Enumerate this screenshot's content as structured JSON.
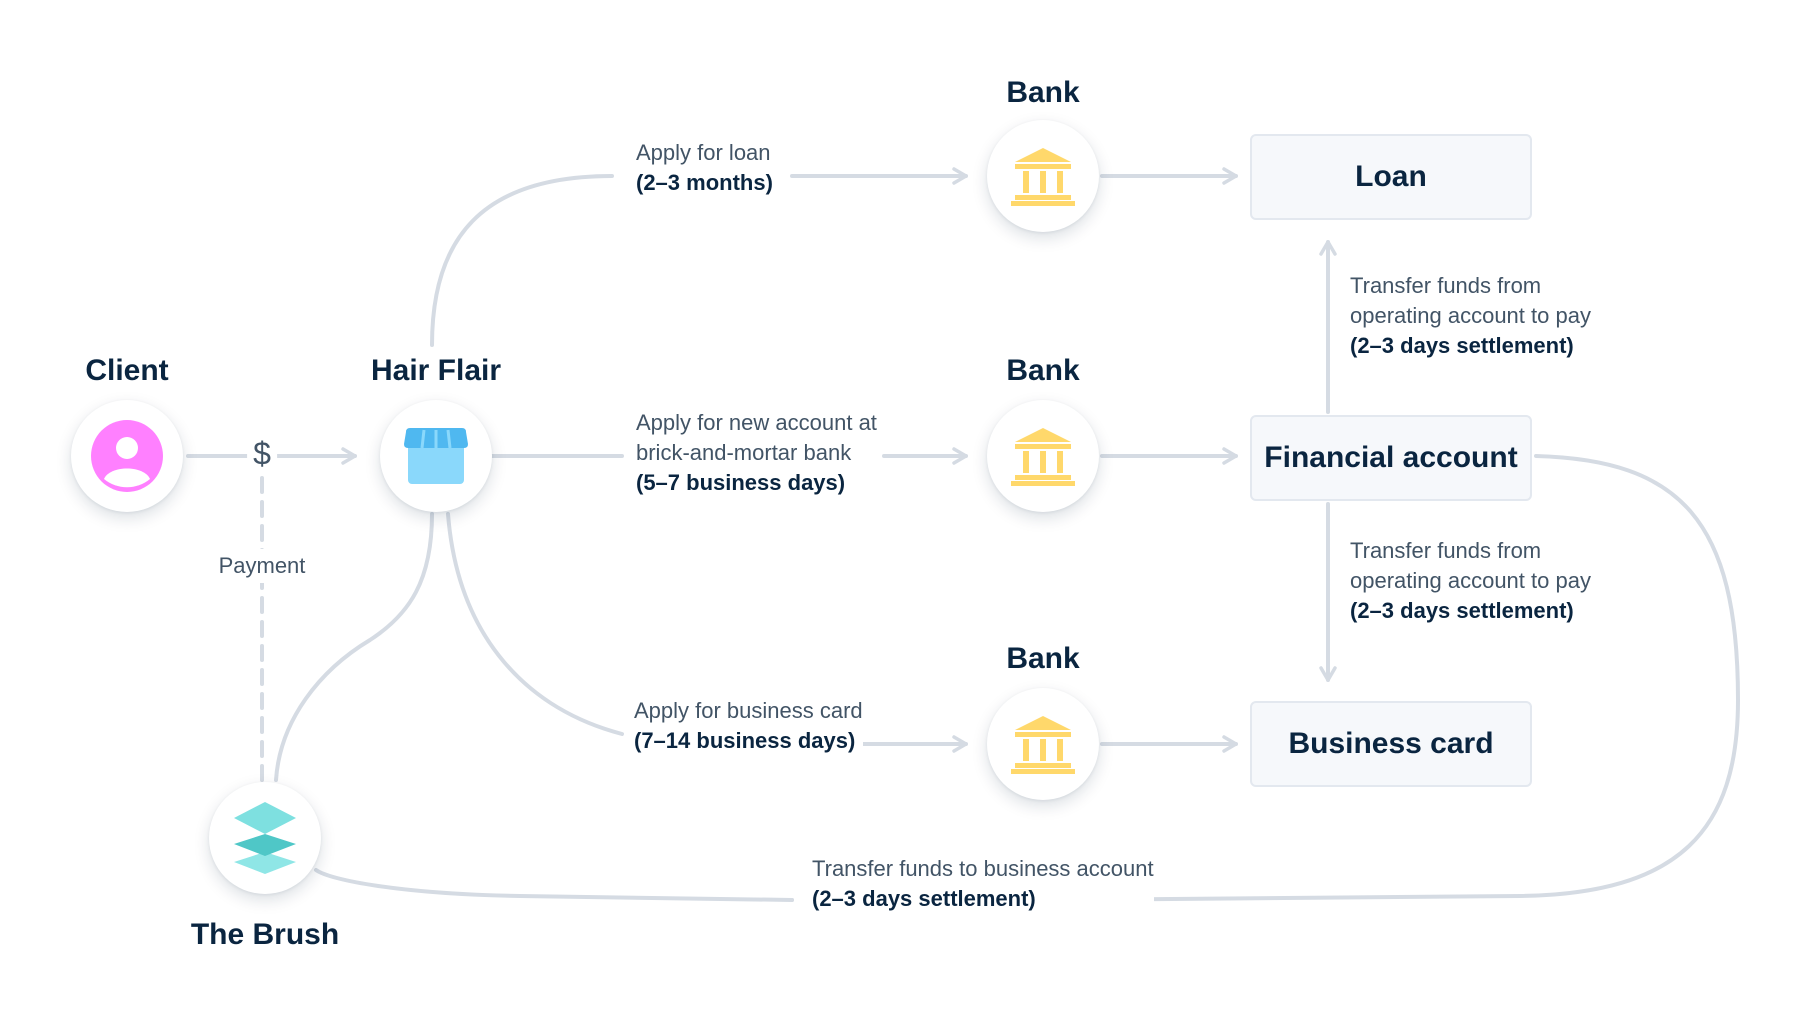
{
  "nodes": {
    "client": "Client",
    "hair_flair": "Hair Flair",
    "the_brush": "The Brush",
    "bank_top": "Bank",
    "bank_middle": "Bank",
    "bank_bottom": "Bank"
  },
  "boxes": {
    "loan": "Loan",
    "financial_account": "Financial account",
    "business_card": "Business card"
  },
  "edges": {
    "dollar": "$",
    "payment": "Payment",
    "apply_loan": {
      "line1": "Apply for loan",
      "strong": "(2–3 months)"
    },
    "apply_account": {
      "line1": "Apply for new account at",
      "line2": "brick-and-mortar bank",
      "strong": "(5–7 business days)"
    },
    "apply_card": {
      "line1": "Apply for business card",
      "strong": "(7–14 business days)"
    },
    "transfer_loan": {
      "line1": "Transfer funds from",
      "line2": "operating account to pay",
      "strong": "(2–3 days settlement)"
    },
    "transfer_card": {
      "line1": "Transfer funds from",
      "line2": "operating account to pay",
      "strong": "(2–3 days settlement)"
    },
    "transfer_business": {
      "line1": "Transfer funds to business account",
      "strong": "(2–3 days settlement)"
    }
  },
  "colors": {
    "connector": "#d5dbe3",
    "text_dark": "#0a2540",
    "text_muted": "#425466",
    "client_pink": "#ff80ff",
    "store_blue": "#5dc7fa",
    "bank_yellow": "#ffd86b",
    "brush_teal": "#5fd4d4"
  },
  "icons": {
    "client": "user-icon",
    "hair_flair": "storefront-icon",
    "bank": "bank-icon",
    "the_brush": "layers-icon"
  }
}
